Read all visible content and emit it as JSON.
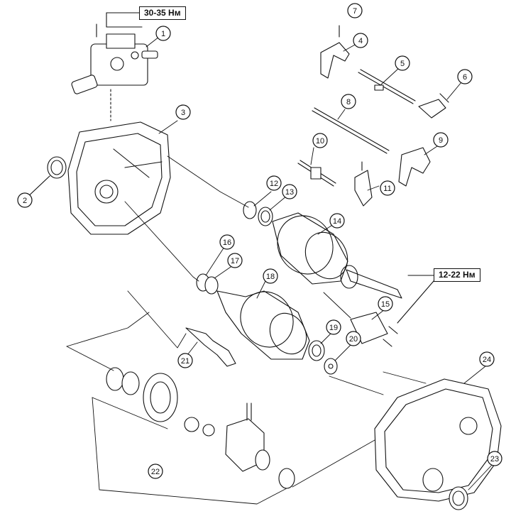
{
  "torque_labels": {
    "top": "30-35 Нм",
    "right": "12-22 Нм"
  },
  "callouts": [
    "1",
    "2",
    "3",
    "4",
    "5",
    "6",
    "7",
    "8",
    "9",
    "10",
    "11",
    "12",
    "13",
    "14",
    "15",
    "16",
    "17",
    "18",
    "19",
    "20",
    "21",
    "22",
    "23",
    "24"
  ],
  "colors": {
    "ink": "#111111",
    "paper": "#ffffff",
    "shade": "#d8d8d8"
  }
}
